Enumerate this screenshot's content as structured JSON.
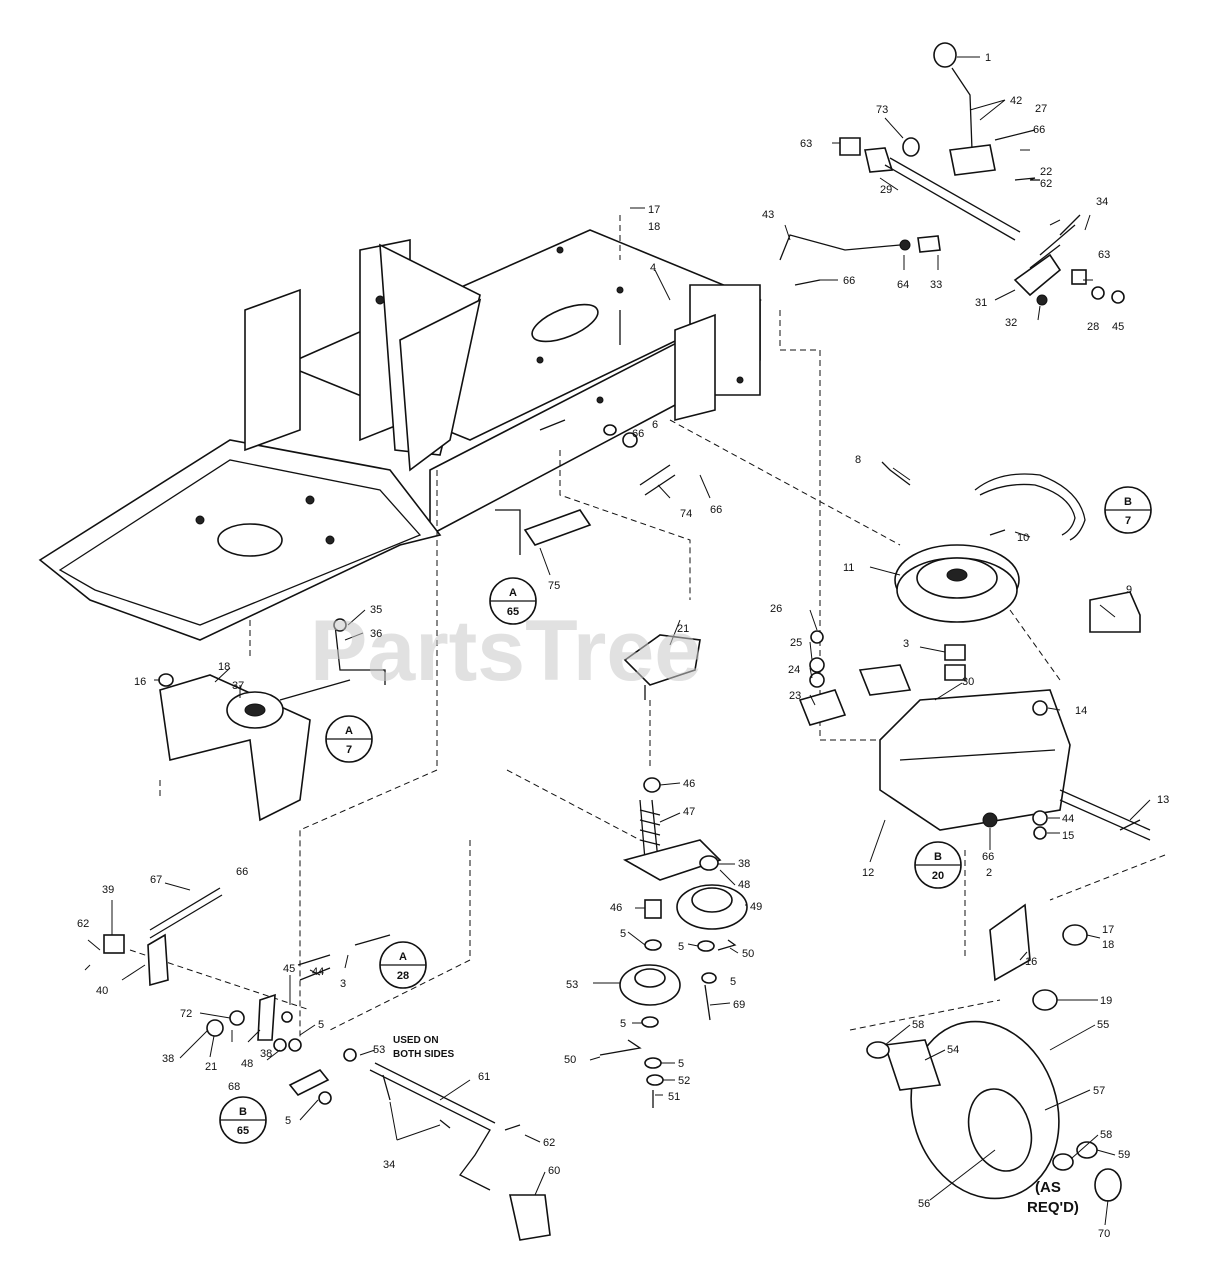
{
  "watermark": "PartsTree",
  "notes": {
    "used_on_both_sides_line1": "USED ON",
    "used_on_both_sides_line2": "BOTH SIDES",
    "as_reqd_line1": "(AS",
    "as_reqd_line2": "REQ'D)"
  },
  "callouts": [
    {
      "id": "c1",
      "text": "1"
    },
    {
      "id": "c42",
      "text": "42"
    },
    {
      "id": "c73",
      "text": "73"
    },
    {
      "id": "c27",
      "text": "27"
    },
    {
      "id": "c66a",
      "text": "66"
    },
    {
      "id": "c63a",
      "text": "63"
    },
    {
      "id": "c22",
      "text": "22"
    },
    {
      "id": "c29",
      "text": "29"
    },
    {
      "id": "c62a",
      "text": "62"
    },
    {
      "id": "c34a",
      "text": "34"
    },
    {
      "id": "c43",
      "text": "43"
    },
    {
      "id": "c66b",
      "text": "66"
    },
    {
      "id": "c64",
      "text": "64"
    },
    {
      "id": "c33",
      "text": "33"
    },
    {
      "id": "c63b",
      "text": "63"
    },
    {
      "id": "c31",
      "text": "31"
    },
    {
      "id": "c32",
      "text": "32"
    },
    {
      "id": "c28a",
      "text": "28"
    },
    {
      "id": "c45a",
      "text": "45"
    },
    {
      "id": "c17a",
      "text": "17"
    },
    {
      "id": "c18a",
      "text": "18"
    },
    {
      "id": "c4",
      "text": "4"
    },
    {
      "id": "c66c",
      "text": "66"
    },
    {
      "id": "c6a",
      "text": "6"
    },
    {
      "id": "c74",
      "text": "74"
    },
    {
      "id": "c66d",
      "text": "66"
    },
    {
      "id": "c75",
      "text": "75"
    },
    {
      "id": "c8",
      "text": "8"
    },
    {
      "id": "c10",
      "text": "10"
    },
    {
      "id": "c11",
      "text": "11"
    },
    {
      "id": "c9",
      "text": "9"
    },
    {
      "id": "c26",
      "text": "26"
    },
    {
      "id": "c25",
      "text": "25"
    },
    {
      "id": "c24",
      "text": "24"
    },
    {
      "id": "c23",
      "text": "23"
    },
    {
      "id": "c3a",
      "text": "3"
    },
    {
      "id": "c30",
      "text": "30"
    },
    {
      "id": "c14",
      "text": "14"
    },
    {
      "id": "c13",
      "text": "13"
    },
    {
      "id": "c44a",
      "text": "44"
    },
    {
      "id": "c15a",
      "text": "15"
    },
    {
      "id": "c66e",
      "text": "66"
    },
    {
      "id": "c2",
      "text": "2"
    },
    {
      "id": "c12",
      "text": "12"
    },
    {
      "id": "c21a",
      "text": "21"
    },
    {
      "id": "c35",
      "text": "35"
    },
    {
      "id": "c36",
      "text": "36"
    },
    {
      "id": "c16a",
      "text": "16"
    },
    {
      "id": "c18b",
      "text": "18"
    },
    {
      "id": "c37",
      "text": "37"
    },
    {
      "id": "c46a",
      "text": "46"
    },
    {
      "id": "c47",
      "text": "47"
    },
    {
      "id": "c38a",
      "text": "38"
    },
    {
      "id": "c48a",
      "text": "48"
    },
    {
      "id": "c46b",
      "text": "46"
    },
    {
      "id": "c49",
      "text": "49"
    },
    {
      "id": "c5a",
      "text": "5"
    },
    {
      "id": "c5b",
      "text": "5"
    },
    {
      "id": "c50a",
      "text": "50"
    },
    {
      "id": "c5c",
      "text": "5"
    },
    {
      "id": "c53a",
      "text": "53"
    },
    {
      "id": "c69",
      "text": "69"
    },
    {
      "id": "c5d",
      "text": "5"
    },
    {
      "id": "c50b",
      "text": "50"
    },
    {
      "id": "c5e",
      "text": "5"
    },
    {
      "id": "c52",
      "text": "52"
    },
    {
      "id": "c51",
      "text": "51"
    },
    {
      "id": "c39",
      "text": "39"
    },
    {
      "id": "c67",
      "text": "67"
    },
    {
      "id": "c66f",
      "text": "66"
    },
    {
      "id": "c62b",
      "text": "62"
    },
    {
      "id": "c40",
      "text": "40"
    },
    {
      "id": "c45b",
      "text": "45"
    },
    {
      "id": "c44b",
      "text": "44"
    },
    {
      "id": "c3b",
      "text": "3"
    },
    {
      "id": "c72",
      "text": "72"
    },
    {
      "id": "c5f",
      "text": "5"
    },
    {
      "id": "c38b",
      "text": "38"
    },
    {
      "id": "c21b",
      "text": "21"
    },
    {
      "id": "c68",
      "text": "68"
    },
    {
      "id": "c48b",
      "text": "48"
    },
    {
      "id": "c38c",
      "text": "38"
    },
    {
      "id": "c53b",
      "text": "53"
    },
    {
      "id": "c5g",
      "text": "5"
    },
    {
      "id": "c61",
      "text": "61"
    },
    {
      "id": "c62c",
      "text": "62"
    },
    {
      "id": "c34b",
      "text": "34"
    },
    {
      "id": "c60",
      "text": "60"
    },
    {
      "id": "c17b",
      "text": "17"
    },
    {
      "id": "c18c",
      "text": "18"
    },
    {
      "id": "c16b",
      "text": "16"
    },
    {
      "id": "c19",
      "text": "19"
    },
    {
      "id": "c58a",
      "text": "58"
    },
    {
      "id": "c54",
      "text": "54"
    },
    {
      "id": "c55",
      "text": "55"
    },
    {
      "id": "c57",
      "text": "57"
    },
    {
      "id": "c58b",
      "text": "58"
    },
    {
      "id": "c59",
      "text": "59"
    },
    {
      "id": "c56",
      "text": "56"
    },
    {
      "id": "c70",
      "text": "70"
    }
  ],
  "reference_circles": [
    {
      "id": "r1",
      "letter": "B",
      "page": "7"
    },
    {
      "id": "r2",
      "letter": "A",
      "page": "65"
    },
    {
      "id": "r3",
      "letter": "A",
      "page": "7"
    },
    {
      "id": "r4",
      "letter": "B",
      "page": "20"
    },
    {
      "id": "r5",
      "letter": "A",
      "page": "28"
    },
    {
      "id": "r6",
      "letter": "B",
      "page": "65"
    }
  ]
}
